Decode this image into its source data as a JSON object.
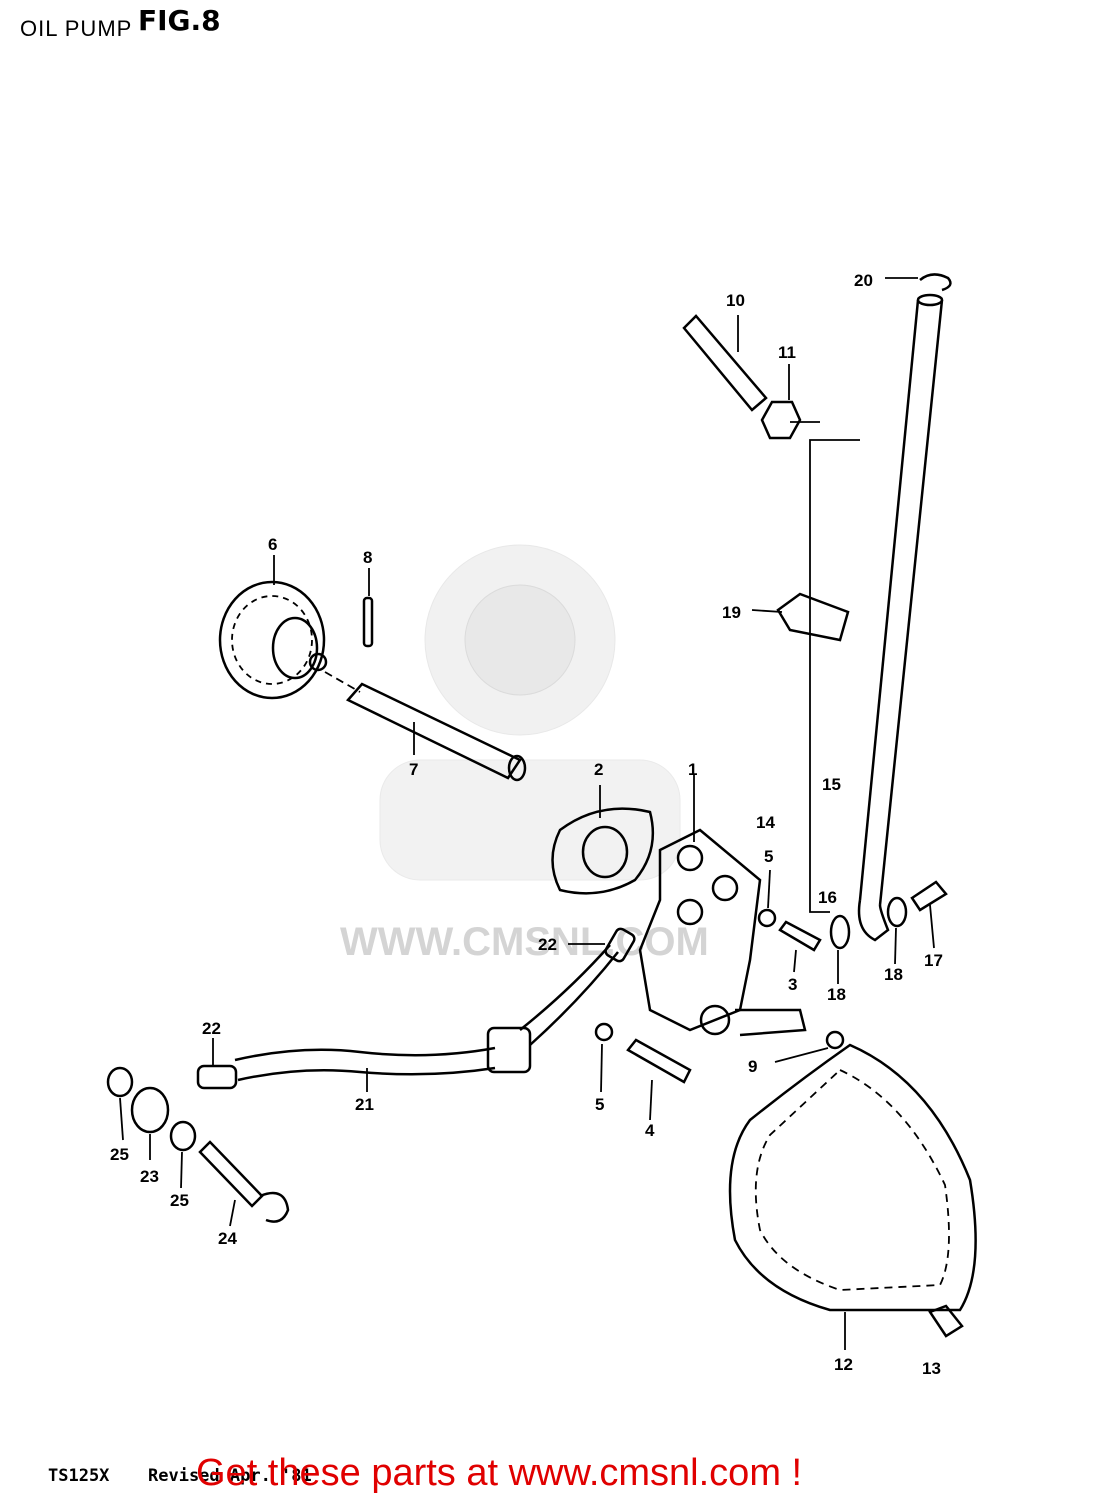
{
  "title": "OIL PUMP",
  "figure_label": "FIG.8",
  "watermark": "WWW.CMSNL.COM",
  "footer": {
    "model": "TS125X",
    "revision": "Revised Apr. '81"
  },
  "cta": "Get these parts at www.cmsnl.com !",
  "callouts": [
    "1",
    "2",
    "3",
    "4",
    "5",
    "5",
    "6",
    "7",
    "8",
    "9",
    "10",
    "11",
    "12",
    "13",
    "14",
    "15",
    "16",
    "17",
    "18",
    "18",
    "19",
    "20",
    "21",
    "22",
    "22",
    "23",
    "24",
    "25",
    "25"
  ]
}
